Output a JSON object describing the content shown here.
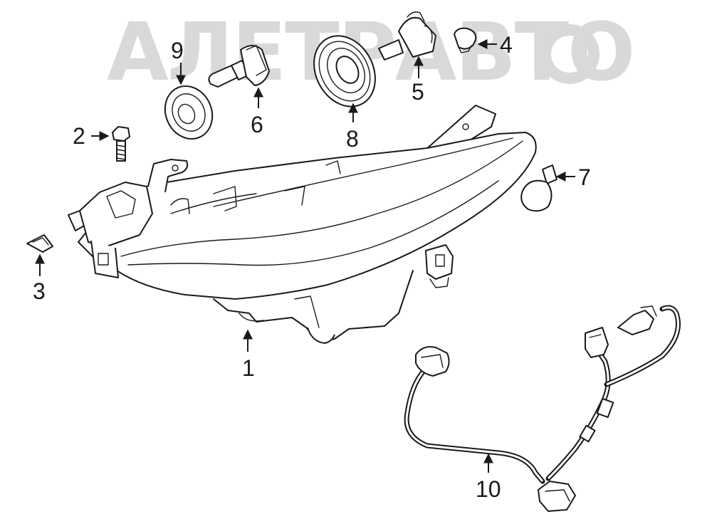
{
  "watermark": {
    "text": "АЛЕТРАВТО"
  },
  "callouts": [
    {
      "id": "1",
      "label": "1"
    },
    {
      "id": "2",
      "label": "2"
    },
    {
      "id": "3",
      "label": "3"
    },
    {
      "id": "4",
      "label": "4"
    },
    {
      "id": "5",
      "label": "5"
    },
    {
      "id": "6",
      "label": "6"
    },
    {
      "id": "7",
      "label": "7"
    },
    {
      "id": "8",
      "label": "8"
    },
    {
      "id": "9",
      "label": "9"
    },
    {
      "id": "10",
      "label": "10"
    }
  ]
}
